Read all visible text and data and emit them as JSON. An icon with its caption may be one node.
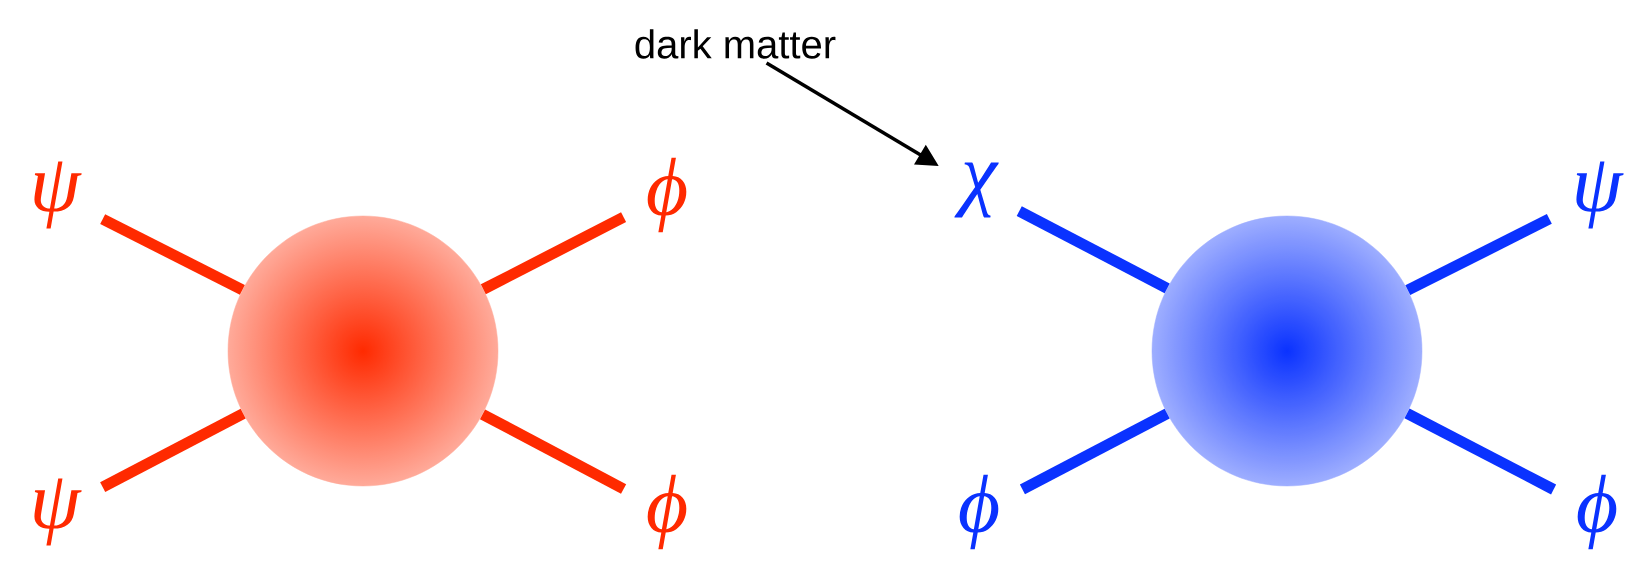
{
  "diagram": {
    "nodes": [
      {
        "text": [
          "dark matter"
        ]
      },
      {
        "text": [
          "ψ"
        ]
      },
      {
        "text": [
          "ϕ"
        ]
      },
      {
        "text": [
          "χ"
        ]
      },
      {
        "text": [
          "ψ"
        ]
      },
      {
        "text": [],
        "shape": "circle"
      },
      {
        "text": [],
        "shape": "circle"
      },
      {
        "text": [
          "ψ"
        ]
      },
      {
        "text": [
          "ϕ"
        ]
      },
      {
        "text": [
          "ϕ"
        ]
      },
      {
        "text": [
          "ϕ"
        ]
      }
    ],
    "edges": [
      {
        "from": 0,
        "to": 3,
        "arrow": "to",
        "color": "#000000"
      },
      {
        "from": 1,
        "to": 5,
        "arrow": "none",
        "color": "#ff2a00"
      },
      {
        "from": 2,
        "to": 5,
        "arrow": "none",
        "color": "#ff2a00"
      },
      {
        "from": 7,
        "to": 5,
        "arrow": "none",
        "color": "#ff2a00"
      },
      {
        "from": 8,
        "to": 5,
        "arrow": "none",
        "color": "#ff2a00"
      },
      {
        "from": 3,
        "to": 6,
        "arrow": "none",
        "color": "#0a32ff"
      },
      {
        "from": 4,
        "to": 6,
        "arrow": "none",
        "color": "#0a32ff"
      },
      {
        "from": 9,
        "to": 6,
        "arrow": "none",
        "color": "#0a32ff"
      },
      {
        "from": 10,
        "to": 6,
        "arrow": "none",
        "color": "#0a32ff"
      }
    ]
  }
}
